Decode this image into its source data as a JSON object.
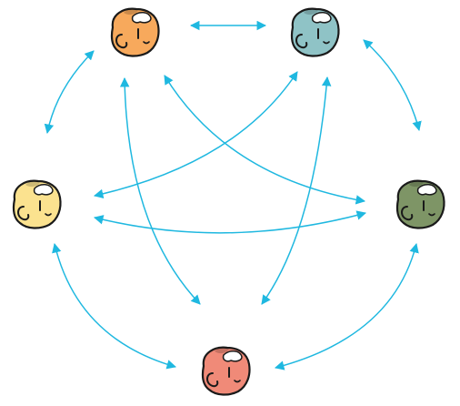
{
  "diagram": {
    "type": "complete-graph",
    "edge_style": "bidirectional-arrows",
    "edge_color": "#1fb8e0",
    "nodes": [
      {
        "id": "orange",
        "icon": "orange-cartoon-head-icon",
        "fill": "#f7a95c"
      },
      {
        "id": "teal",
        "icon": "teal-cartoon-head-icon",
        "fill": "#8fc3c6"
      },
      {
        "id": "olive",
        "icon": "olive-cartoon-head-icon",
        "fill": "#7e9566"
      },
      {
        "id": "salmon",
        "icon": "salmon-cartoon-head-icon",
        "fill": "#f08a78"
      },
      {
        "id": "yellow",
        "icon": "yellow-cartoon-head-icon",
        "fill": "#fbe28f"
      }
    ],
    "edges": [
      [
        "orange",
        "teal"
      ],
      [
        "teal",
        "olive"
      ],
      [
        "olive",
        "salmon"
      ],
      [
        "salmon",
        "yellow"
      ],
      [
        "yellow",
        "orange"
      ],
      [
        "orange",
        "olive"
      ],
      [
        "orange",
        "salmon"
      ],
      [
        "teal",
        "yellow"
      ],
      [
        "teal",
        "salmon"
      ],
      [
        "yellow",
        "olive"
      ]
    ]
  }
}
